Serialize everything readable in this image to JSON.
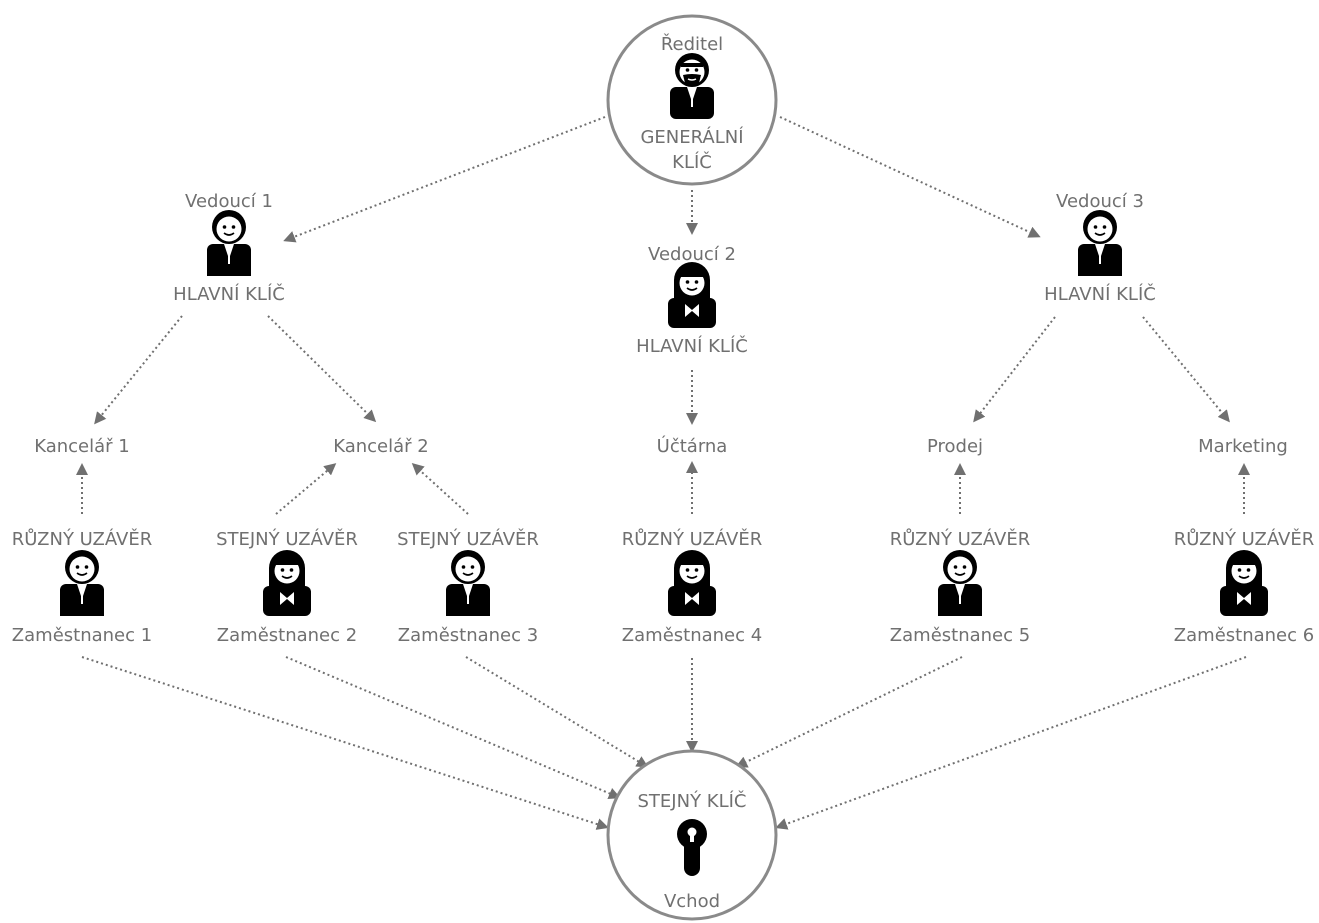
{
  "director": {
    "title": "Ředitel",
    "key_line1": "GENERÁLNÍ",
    "key_line2": "KLÍČ"
  },
  "managers": [
    {
      "title": "Vedoucí 1",
      "key": "HLAVNÍ KLÍČ"
    },
    {
      "title": "Vedoucí 2",
      "key": "HLAVNÍ KLÍČ"
    },
    {
      "title": "Vedoucí 3",
      "key": "HLAVNÍ KLÍČ"
    }
  ],
  "rooms": [
    "Kancelář 1",
    "Kancelář 2",
    "Účtárna",
    "Prodej",
    "Marketing"
  ],
  "employees": [
    {
      "lock": "RŮZNÝ UZÁVĚR",
      "name": "Zaměstnanec 1"
    },
    {
      "lock": "STEJNÝ UZÁVĚR",
      "name": "Zaměstnanec 2"
    },
    {
      "lock": "STEJNÝ UZÁVĚR",
      "name": "Zaměstnanec 3"
    },
    {
      "lock": "RŮZNÝ UZÁVĚR",
      "name": "Zaměstnanec 4"
    },
    {
      "lock": "RŮZNÝ UZÁVĚR",
      "name": "Zaměstnanec 5"
    },
    {
      "lock": "RŮZNÝ UZÁVĚR",
      "name": "Zaměstnanec 6"
    }
  ],
  "entrance": {
    "key": "STEJNÝ KLÍČ",
    "label": "Vchod"
  },
  "colors": {
    "text": "#707070",
    "arrow": "#707070",
    "ring": "#8a8a8a",
    "figure": "#000000"
  },
  "icons": {
    "male": "male-person-icon",
    "female": "female-person-icon",
    "director": "bearded-person-icon",
    "cylinder": "lock-cylinder-icon"
  }
}
